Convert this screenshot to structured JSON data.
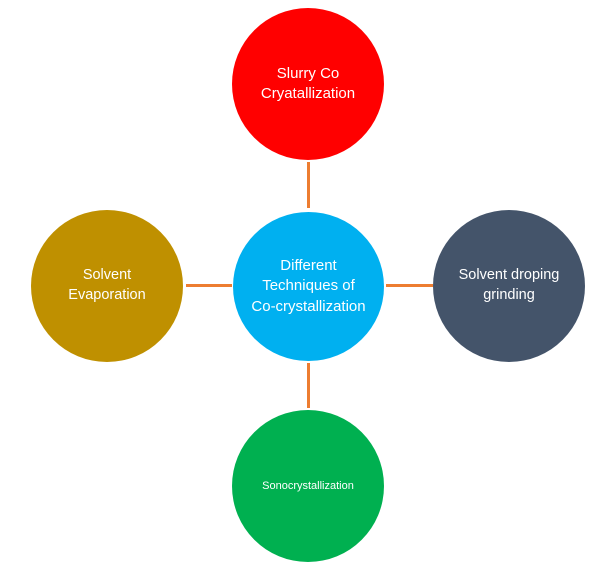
{
  "diagram": {
    "type": "hub-and-spoke",
    "center": {
      "label": "Different Techniques of Co-crystallization",
      "color": "#00B0F0"
    },
    "nodes": [
      {
        "position": "top",
        "label": "Slurry Co Cryatallization",
        "color": "#FF0000"
      },
      {
        "position": "left",
        "label": "Solvent Evaporation",
        "color": "#BF9000"
      },
      {
        "position": "right",
        "label": "Solvent droping grinding",
        "color": "#44546A"
      },
      {
        "position": "bottom",
        "label": "Sonocrystallization",
        "color": "#00B050"
      }
    ],
    "connector_color": "#ED7D31"
  }
}
